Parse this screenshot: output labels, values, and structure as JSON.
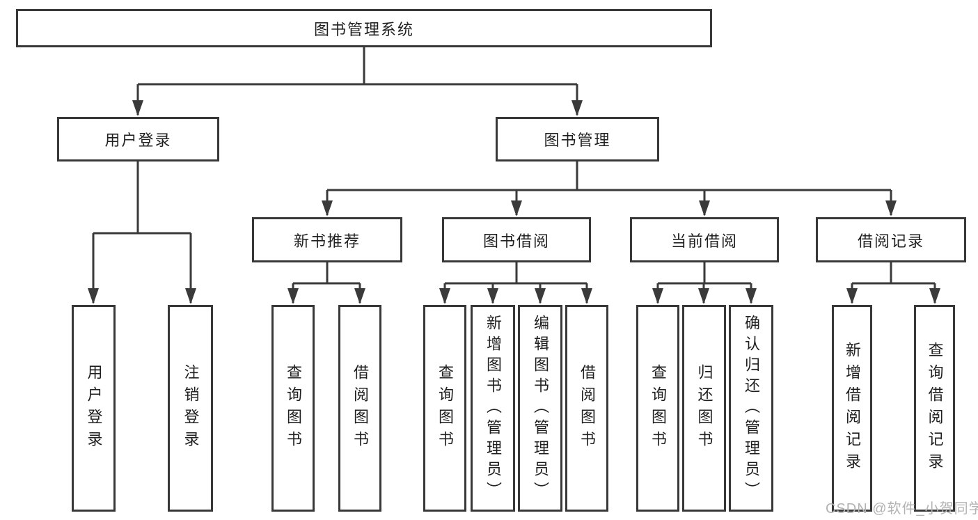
{
  "diagram": {
    "root": {
      "label": "图书管理系统"
    },
    "level2": [
      {
        "label": "用户登录"
      },
      {
        "label": "图书管理"
      }
    ],
    "level3": [
      {
        "label": "新书推荐"
      },
      {
        "label": "图书借阅"
      },
      {
        "label": "当前借阅"
      },
      {
        "label": "借阅记录"
      }
    ],
    "leaves": [
      {
        "label": "用户登录"
      },
      {
        "label": "注销登录"
      },
      {
        "label": "查询图书"
      },
      {
        "label": "借阅图书"
      },
      {
        "label": "查询图书"
      },
      {
        "label": "新增图书（管理员）"
      },
      {
        "label": "编辑图书（管理员）"
      },
      {
        "label": "借阅图书"
      },
      {
        "label": "查询图书"
      },
      {
        "label": "归还图书"
      },
      {
        "label": "确认归还（管理员）"
      },
      {
        "label": "新增借阅记录"
      },
      {
        "label": "查询借阅记录"
      }
    ],
    "watermark": "CSDN @软件_小贺同学",
    "colors": {
      "line": "#3a3a3a",
      "text": "#1f1f1f",
      "watermark": "#b3b3b3",
      "background": "#ffffff"
    }
  }
}
